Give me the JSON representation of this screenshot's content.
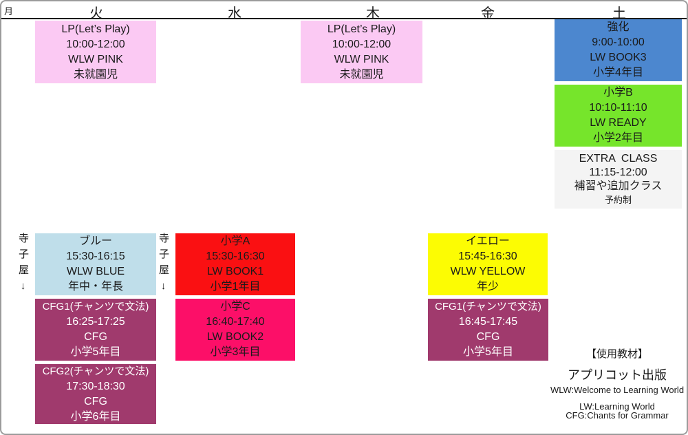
{
  "colors": {
    "pink": "#fbc9f3",
    "steel_blue": "#4c87cf",
    "green": "#76e52b",
    "light_gray": "#f4f4f4",
    "light_blue": "#bfdeea",
    "red": "#fa1012",
    "deep_pink": "#fc0f68",
    "yellow": "#fcfc03",
    "maroon": "#a03a6d",
    "text_black": "#1a1a1a",
    "text_white": "#ffffff"
  },
  "header": {
    "monday": "月",
    "tuesday": "火",
    "wednesday": "水",
    "thursday": "木",
    "friday": "金",
    "saturday": "土"
  },
  "side_labels": {
    "tuesday": "寺子屋↓",
    "wednesday": "寺子屋↓"
  },
  "classes": {
    "lp_tuesday": {
      "name": "LP(Let’s Play)",
      "time": "10:00-12:00",
      "material": "WLW PINK",
      "grade": "未就園児"
    },
    "lp_thursday": {
      "name": "LP(Let’s Play)",
      "time": "10:00-12:00",
      "material": "WLW PINK",
      "grade": "未就園児"
    },
    "kyoka_saturday": {
      "name": "強化",
      "time": "9:00-10:00",
      "material": "LW BOOK3",
      "grade": "小学4年目"
    },
    "shogaku_b_saturday": {
      "name": "小学B",
      "time": "10:10-11:10",
      "material": "LW READY",
      "grade": "小学2年目"
    },
    "extra_saturday": {
      "name": "EXTRA  CLASS",
      "time": "11:15-12:00",
      "material": "補習や追加クラス",
      "grade": "予約制"
    },
    "blue_tuesday": {
      "name": "ブルー",
      "time": "15:30-16:15",
      "material": "WLW BLUE",
      "grade": "年中・年長"
    },
    "cfg1_tuesday": {
      "name": "CFG1(チャンツで文法)",
      "time": "16:25-17:25",
      "material": "CFG",
      "grade": "小学5年目"
    },
    "cfg2_tuesday": {
      "name": "CFG2(チャンツで文法)",
      "time": "17:30-18:30",
      "material": "CFG",
      "grade": "小学6年目"
    },
    "shogaku_a_wednesday": {
      "name": "小学A",
      "time": "15:30-16:30",
      "material": "LW BOOK1",
      "grade": "小学1年目"
    },
    "shogaku_c_wednesday": {
      "name": "小学C",
      "time": "16:40-17:40",
      "material": "LW BOOK2",
      "grade": "小学3年目"
    },
    "yellow_friday": {
      "name": "イエロー",
      "time": "15:45-16:30",
      "material": "WLW YELLOW",
      "grade": "年少"
    },
    "cfg1_friday": {
      "name": "CFG1(チャンツで文法)",
      "time": "16:45-17:45",
      "material": "CFG",
      "grade": "小学5年目"
    }
  },
  "legend": {
    "title": "【使用教材】",
    "publisher": "アプリコット出版",
    "abbr_wlw": "WLW:Welcome to Learning World",
    "abbr_lw": "LW:Learning World",
    "abbr_cfg": "CFG:Chants for Grammar"
  }
}
